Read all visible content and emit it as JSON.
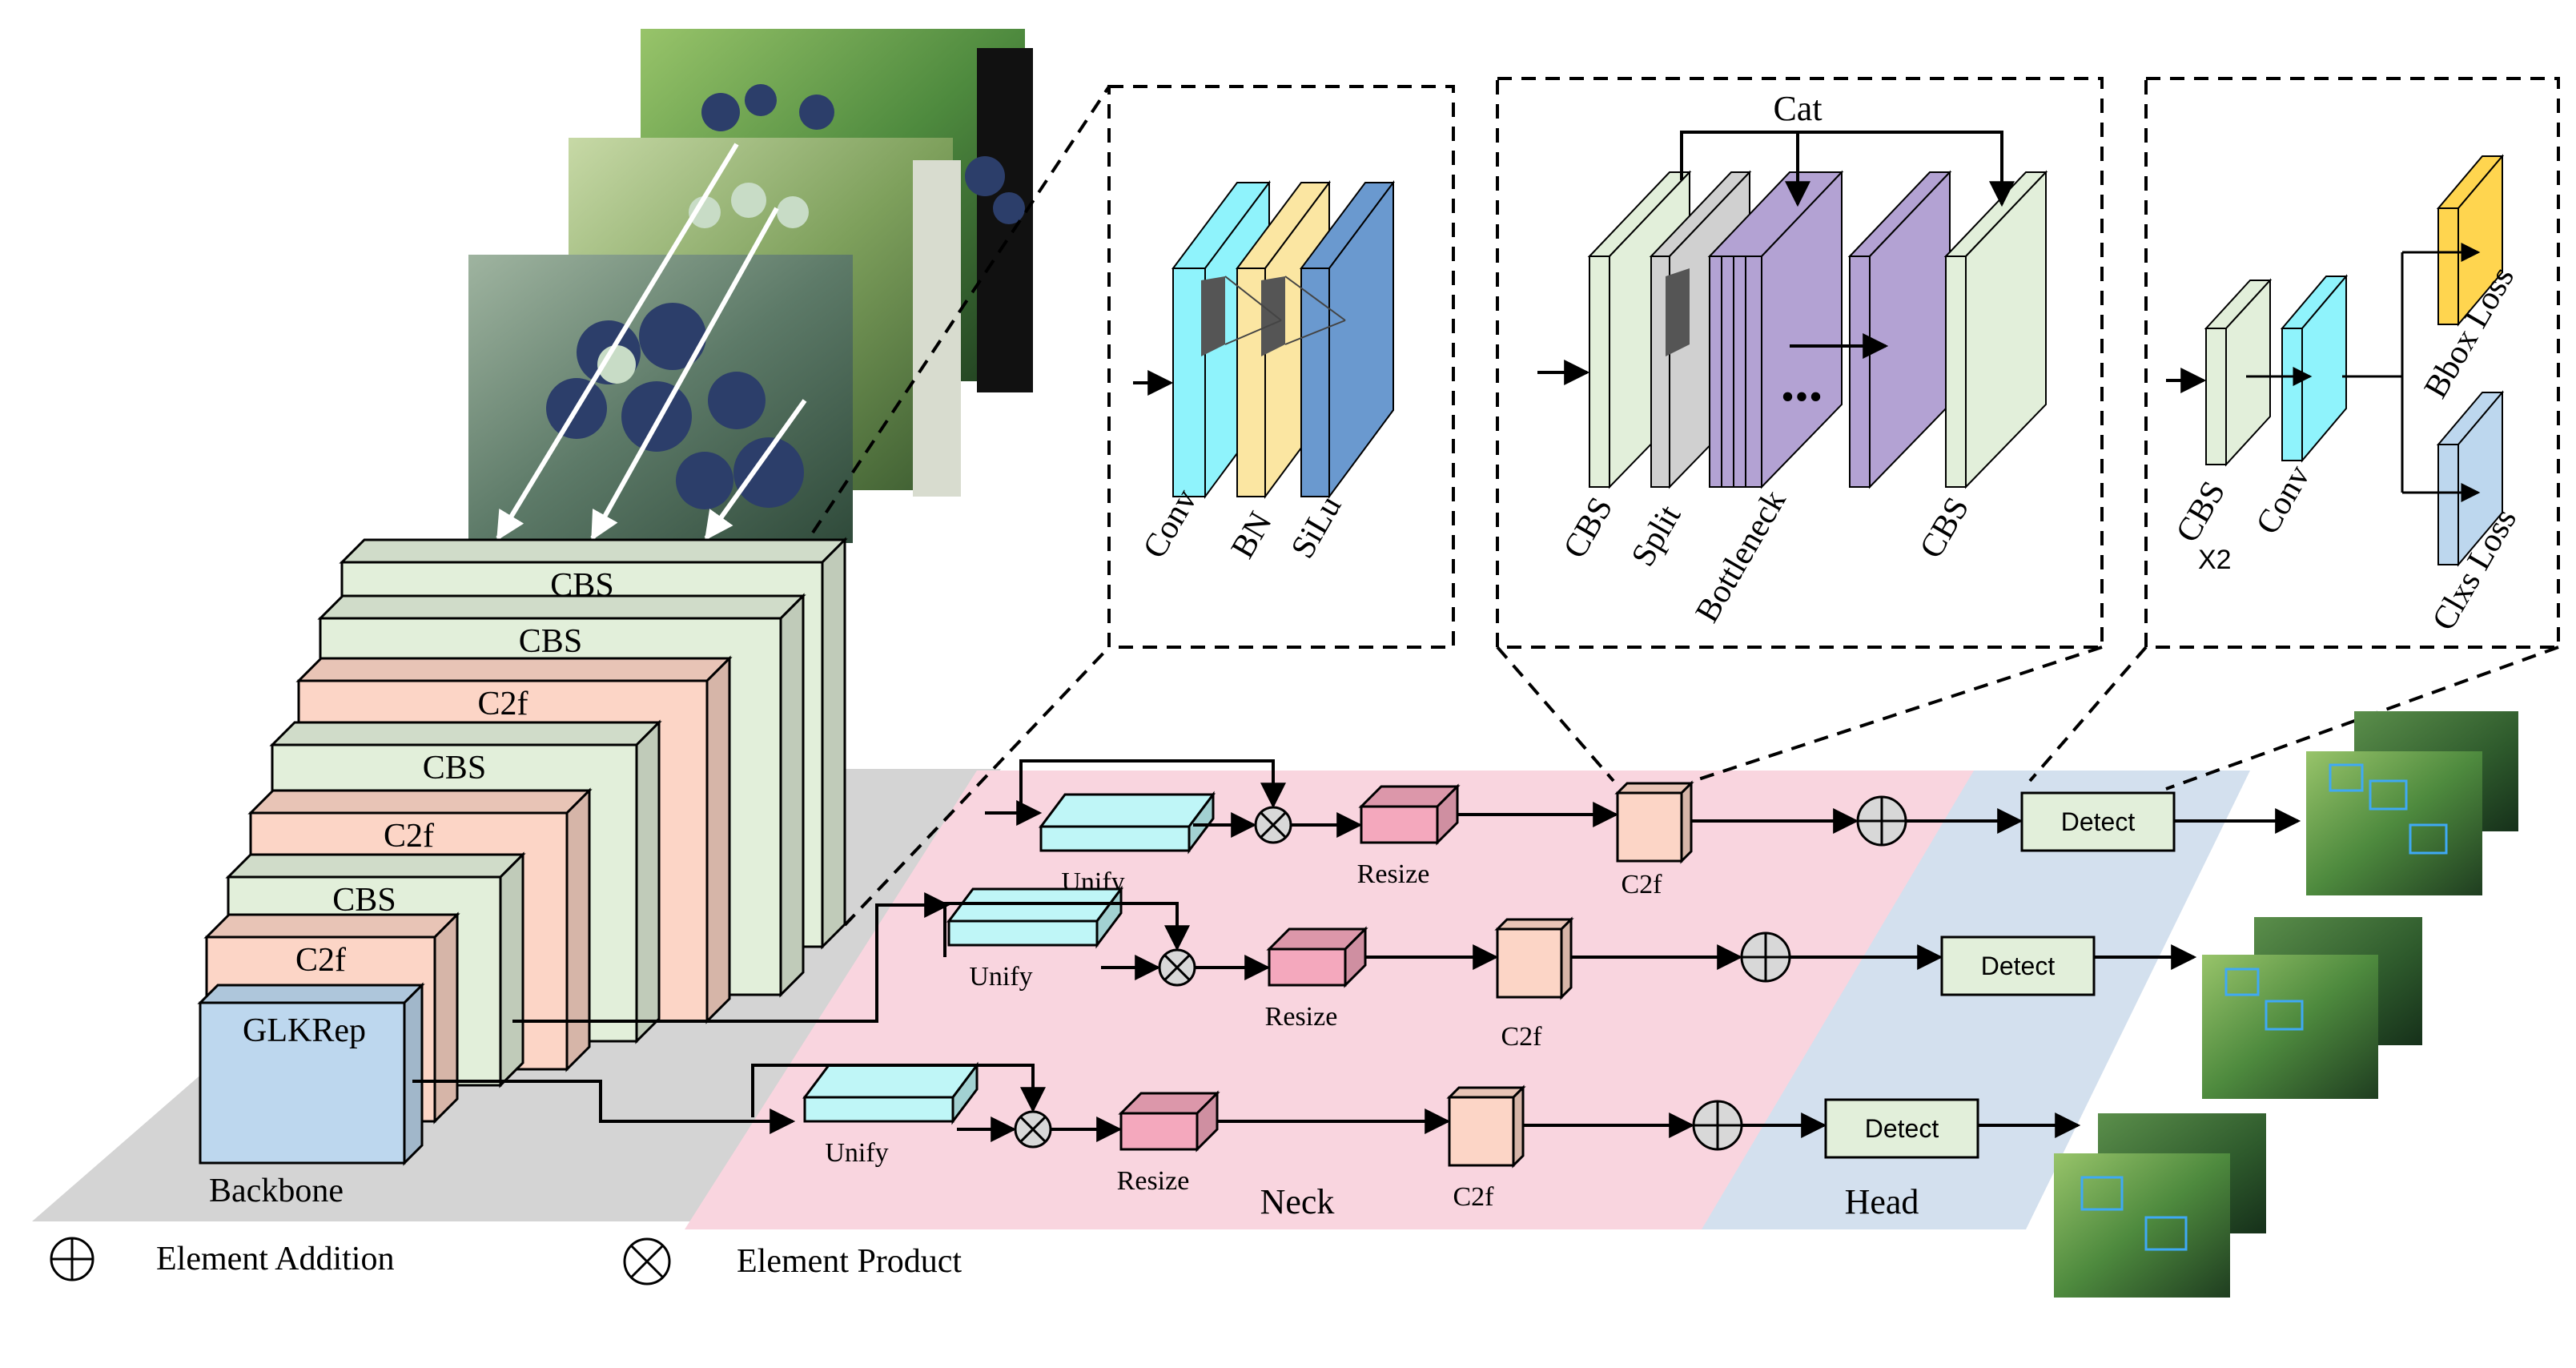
{
  "backbone": {
    "layers": [
      "CBS",
      "CBS",
      "C2f",
      "CBS",
      "C2f",
      "CBS",
      "C2f"
    ],
    "glkrep": "GLKRep",
    "label": "Backbone"
  },
  "cbs_detail": {
    "labels": [
      "Conv",
      "BN",
      "SiLu"
    ]
  },
  "c2f_detail": {
    "cat": "Cat",
    "labels": [
      "CBS",
      "Split",
      "Bottleneck",
      "CBS"
    ],
    "ellipsis": "..."
  },
  "detect_detail": {
    "cbs": "CBS",
    "x2": "X2",
    "conv": "Conv",
    "bbox_loss": "Bbox Loss",
    "cls_loss": "Clxs Loss"
  },
  "neck": {
    "label": "Neck",
    "unify": "Unify",
    "resize": "Resize",
    "c2f": "C2f"
  },
  "head": {
    "label": "Head",
    "detect": "Detect"
  },
  "legend": {
    "addition": "Element Addition",
    "product": "Element Product"
  },
  "colors": {
    "backbone_plane": "#d4d4d4",
    "neck_plane": "#f9d5df",
    "head_plane": "#d3e0ee",
    "cbs_green": "#e2efda",
    "c2f_salmon": "#fcd5c6",
    "glkrep_blue": "#bdd7ee",
    "unify_cyan": "#bff6f7",
    "resize_pink": "#f4a8bd",
    "conv_cyan": "#8ff3fc",
    "bn_yellow": "#fbe6a2",
    "silu_blue": "#6a99cf",
    "bottleneck_purple": "#b3a2d3",
    "bbox_yellow": "#ffd54f",
    "detect_green": "#e2efda"
  }
}
